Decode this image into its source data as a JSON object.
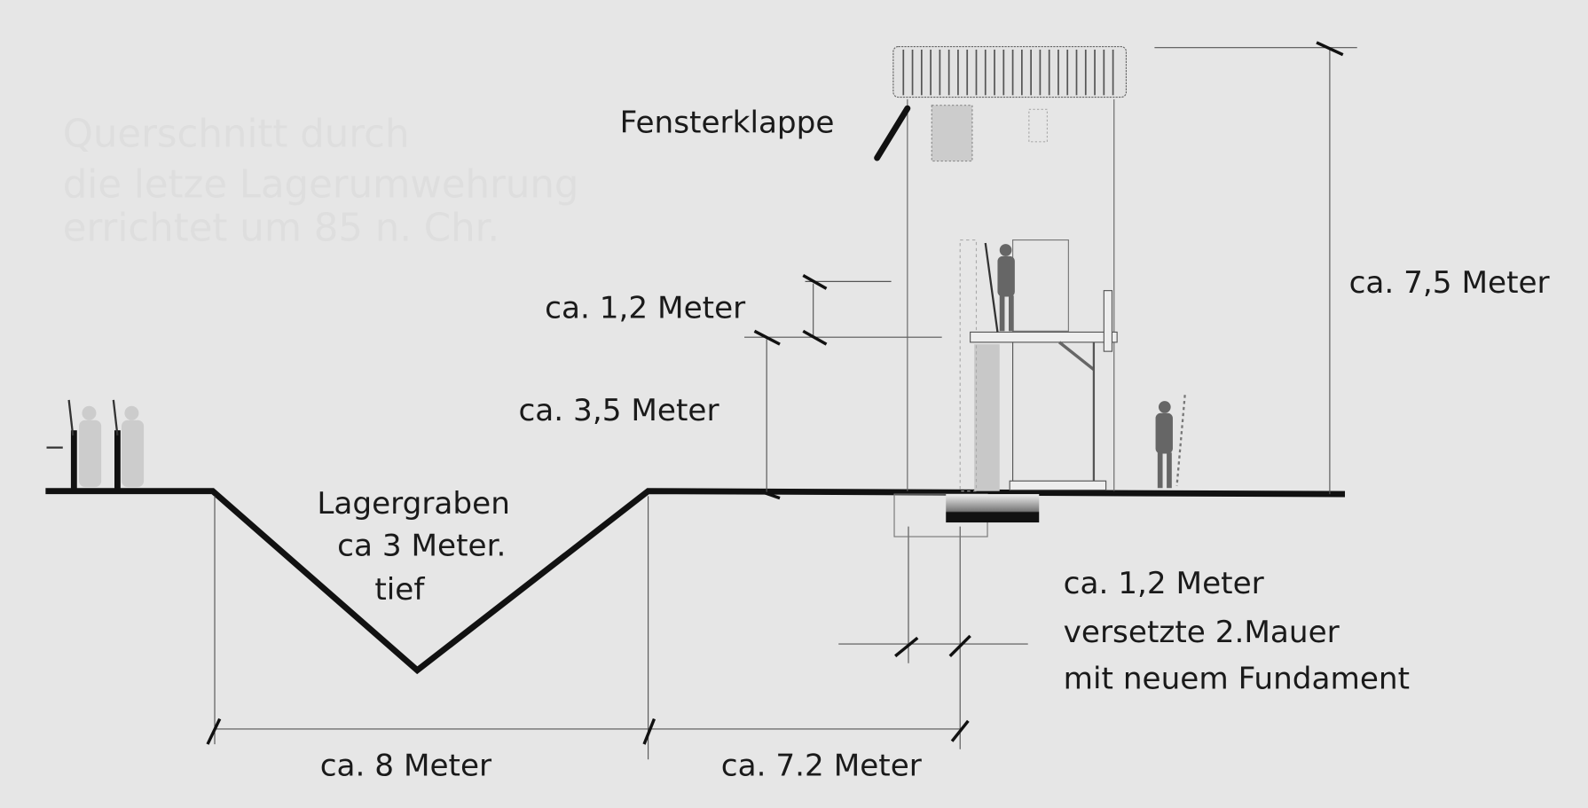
{
  "title_lines": [
    "Querschnitt durch",
    "die letze Lagerumwehrung",
    "errichtet um 85 n. Chr."
  ],
  "labels": {
    "window_flap": "Fensterklappe",
    "platform_height": "ca. 1,2 Meter",
    "wall_height": "ca. 3,5 Meter",
    "tower_height": "ca. 7,5 Meter",
    "ditch_name": "Lagergraben",
    "ditch_depth": "ca 3 Meter.",
    "ditch_depth_suffix": "tief",
    "wall_offset": "ca. 1,2 Meter",
    "wall_offset_note1": "versetzte 2.Mauer",
    "wall_offset_note2": "mit neuem Fundament",
    "ditch_width": "ca. 8 Meter",
    "berm_width": "ca. 7.2 Meter"
  }
}
